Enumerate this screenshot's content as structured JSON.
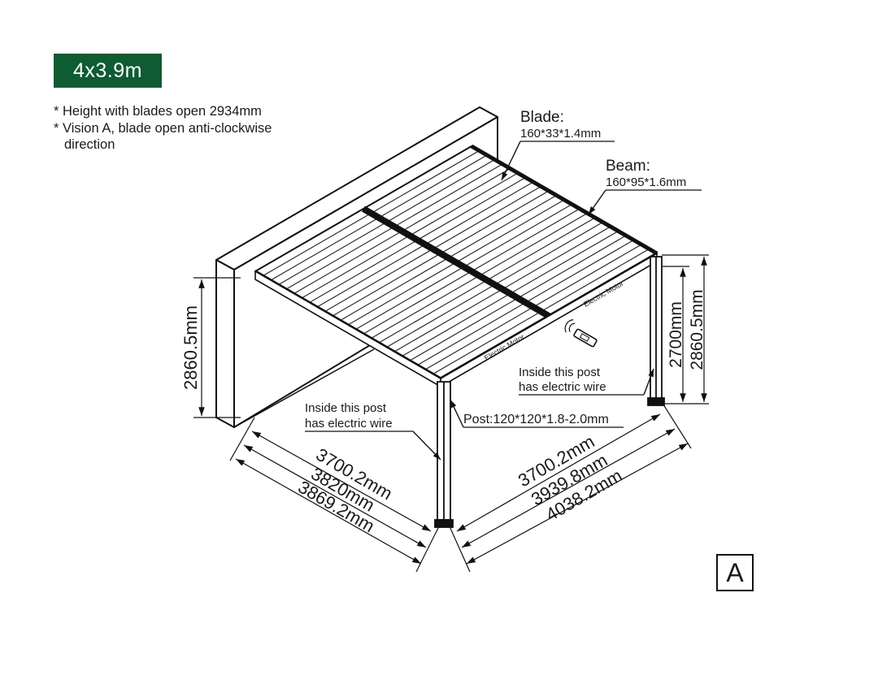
{
  "badge": {
    "label": "4x3.9m",
    "color": "#0f5b33"
  },
  "notes": {
    "line1": "* Height with blades open 2934mm",
    "line2": "* Vision A, blade open anti-clockwise",
    "line3": "direction"
  },
  "callouts": {
    "blade_title": "Blade:",
    "blade_spec": "160*33*1.4mm",
    "beam_title": "Beam:",
    "beam_spec": "160*95*1.6mm",
    "post_spec": "Post:120*120*1.8-2.0mm",
    "wire_left_1": "Inside this post",
    "wire_left_2": "has electric wire",
    "wire_right_1": "Inside this post",
    "wire_right_2": "has electric wire",
    "motor_1": "Electric Motor",
    "motor_2": "Electric Motor"
  },
  "dimensions": {
    "height_left": "2860.5mm",
    "height_right_inner": "2700mm",
    "height_right_outer": "2860.5mm",
    "left_1": "3700.2mm",
    "left_2": "3820mm",
    "left_3": "3869.2mm",
    "right_1": "3700.2mm",
    "right_2": "3939.8mm",
    "right_3": "4038.2mm"
  },
  "version_letter": "A"
}
